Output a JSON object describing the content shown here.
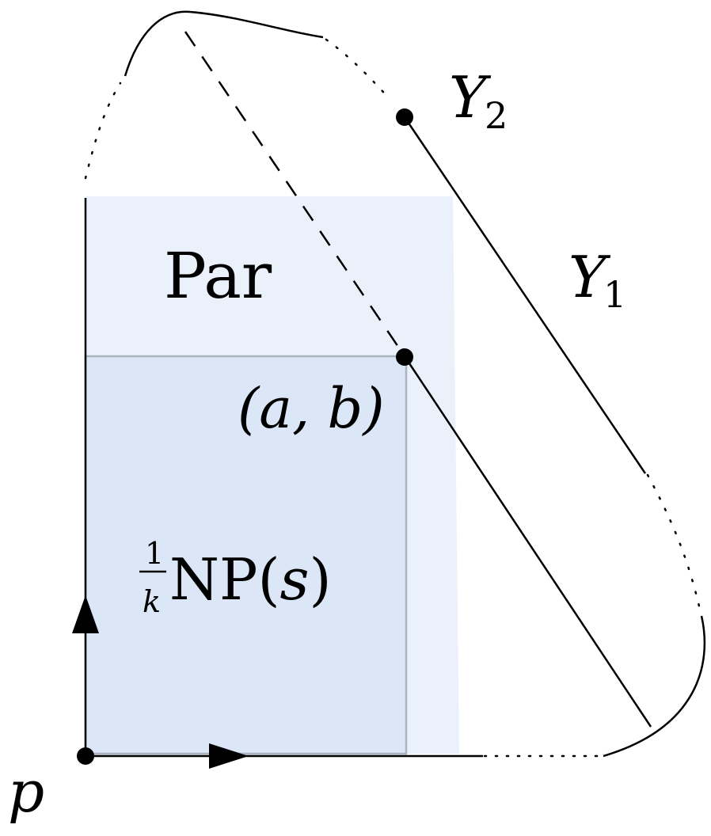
{
  "labels": {
    "par": "Par",
    "point_ab": "(a, b)",
    "np_frac_num": "1",
    "np_frac_den": "k",
    "np_main": "NP(",
    "np_var": "s",
    "np_close": ")",
    "y1_base": "Y",
    "y1_sub": "1",
    "y2_base": "Y",
    "y2_sub": "2",
    "origin": "p"
  },
  "colors": {
    "par_fill": "#eaf1fa",
    "np_fill": "#dbe7f6",
    "np_border": "#a9b4c0",
    "stroke": "#000000"
  }
}
